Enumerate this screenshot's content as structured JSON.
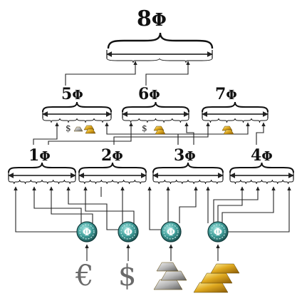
{
  "phi_symbol": "Φ",
  "levels": {
    "top": [
      {
        "id": "n8",
        "num": "8"
      }
    ],
    "mid": [
      {
        "id": "n5",
        "num": "5"
      },
      {
        "id": "n6",
        "num": "6"
      },
      {
        "id": "n7",
        "num": "7"
      }
    ],
    "base": [
      {
        "id": "n1",
        "num": "1"
      },
      {
        "id": "n2",
        "num": "2"
      },
      {
        "id": "n3",
        "num": "3"
      },
      {
        "id": "n4",
        "num": "4"
      }
    ]
  },
  "coins": [
    {
      "id": "coin-1",
      "glyph": "Φ"
    },
    {
      "id": "coin-2",
      "glyph": "Φ"
    },
    {
      "id": "coin-3",
      "glyph": "Φ"
    },
    {
      "id": "coin-4",
      "glyph": "Φ"
    }
  ],
  "assets": {
    "euro": "€",
    "dollar": "$",
    "silver": "silver-bars-icon",
    "gold": "gold-bars-icon"
  },
  "mini_assets": {
    "n5": [
      "$",
      "silver",
      "gold"
    ],
    "n6": [
      "$",
      "gold"
    ],
    "n7": [
      "gold"
    ]
  },
  "colors": {
    "coin_dark": "#1f5a5a",
    "coin_light": "#7fd6d2",
    "gold": "#d9a418",
    "silver": "#a8a8a8",
    "line": "#222222"
  }
}
